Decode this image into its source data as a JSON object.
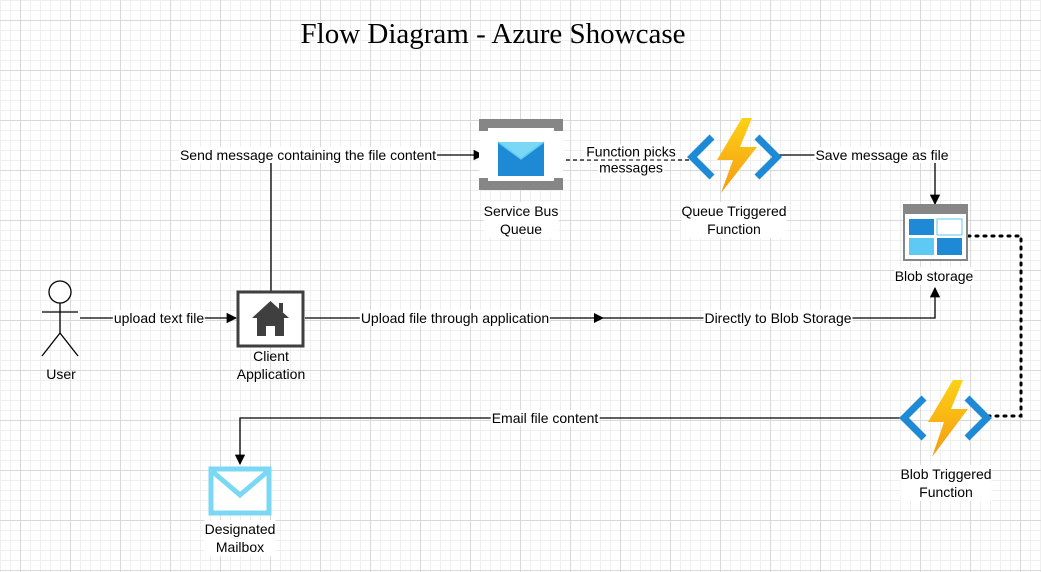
{
  "title": "Flow Diagram - Azure Showcase",
  "nodes": {
    "user": {
      "line1": "User",
      "line2": ""
    },
    "client": {
      "line1": "Client",
      "line2": "Application"
    },
    "service_bus": {
      "line1": "Service Bus",
      "line2": "Queue"
    },
    "queue_function": {
      "line1": "Queue Triggered",
      "line2": "Function"
    },
    "blob_storage": {
      "line1": "Blob storage",
      "line2": ""
    },
    "blob_function": {
      "line1": "Blob Triggered",
      "line2": "Function"
    },
    "mailbox": {
      "line1": "Designated",
      "line2": "Mailbox"
    }
  },
  "edges": {
    "upload_text": "upload text file",
    "send_message": "Send message containing the file content",
    "function_picks_1": "Function picks",
    "function_picks_2": "messages",
    "save_message": "Save message as file",
    "upload_through_app": "Upload file through application",
    "directly_blob": "Directly to Blob Storage",
    "email_content": "Email file content"
  },
  "colors": {
    "azure_blue": "#1e8ad6",
    "azure_light_blue": "#5ec9f2",
    "bolt_yellow": "#fcd116",
    "bolt_orange": "#f59b12",
    "icon_gray": "#868686",
    "mail_light": "#7ad8f4",
    "house_dark": "#3f3f3f"
  },
  "icons": {
    "user": "actor-icon",
    "client": "home-icon",
    "service_bus": "service-bus-queue-icon",
    "queue_function": "azure-function-icon",
    "blob_storage": "blob-storage-icon",
    "blob_function": "azure-function-icon",
    "mailbox": "mail-icon"
  }
}
